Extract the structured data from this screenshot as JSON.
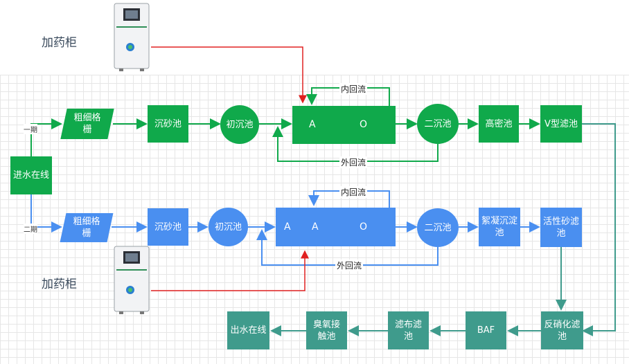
{
  "labels": {
    "dosing_top": "加药柜",
    "dosing_bottom": "加药柜",
    "phase1": "一期",
    "phase2": "二期",
    "inner_reflux_1": "内回流",
    "outer_reflux_1": "外回流",
    "inner_reflux_2": "内回流",
    "outer_reflux_2": "外回流"
  },
  "nodes": {
    "inlet": "进水在线",
    "g_screen": "粗细格栅",
    "g_grit": "沉砂池",
    "g_primary": "初沉池",
    "g_ao_a": "A",
    "g_ao_o": "O",
    "g_secondary": "二沉池",
    "g_highdensity": "高密池",
    "g_vfilter": "V型滤池",
    "b_screen": "粗细格栅",
    "b_grit": "沉砂池",
    "b_primary": "初沉池",
    "b_aao_a1": "A",
    "b_aao_a2": "A",
    "b_aao_o": "O",
    "b_secondary": "二沉池",
    "b_flocc": "絮凝沉淀池",
    "b_sandfilter": "活性砂滤池",
    "t_denitri": "反硝化滤池",
    "t_baf": "BAF",
    "t_cloth": "滤布滤池",
    "t_ozone": "臭氧接触池",
    "t_outlet": "出水在线"
  },
  "colors": {
    "green": "#10a94b",
    "blue": "#4a8ff0",
    "teal": "#3f9b8c",
    "red": "#e02020"
  }
}
